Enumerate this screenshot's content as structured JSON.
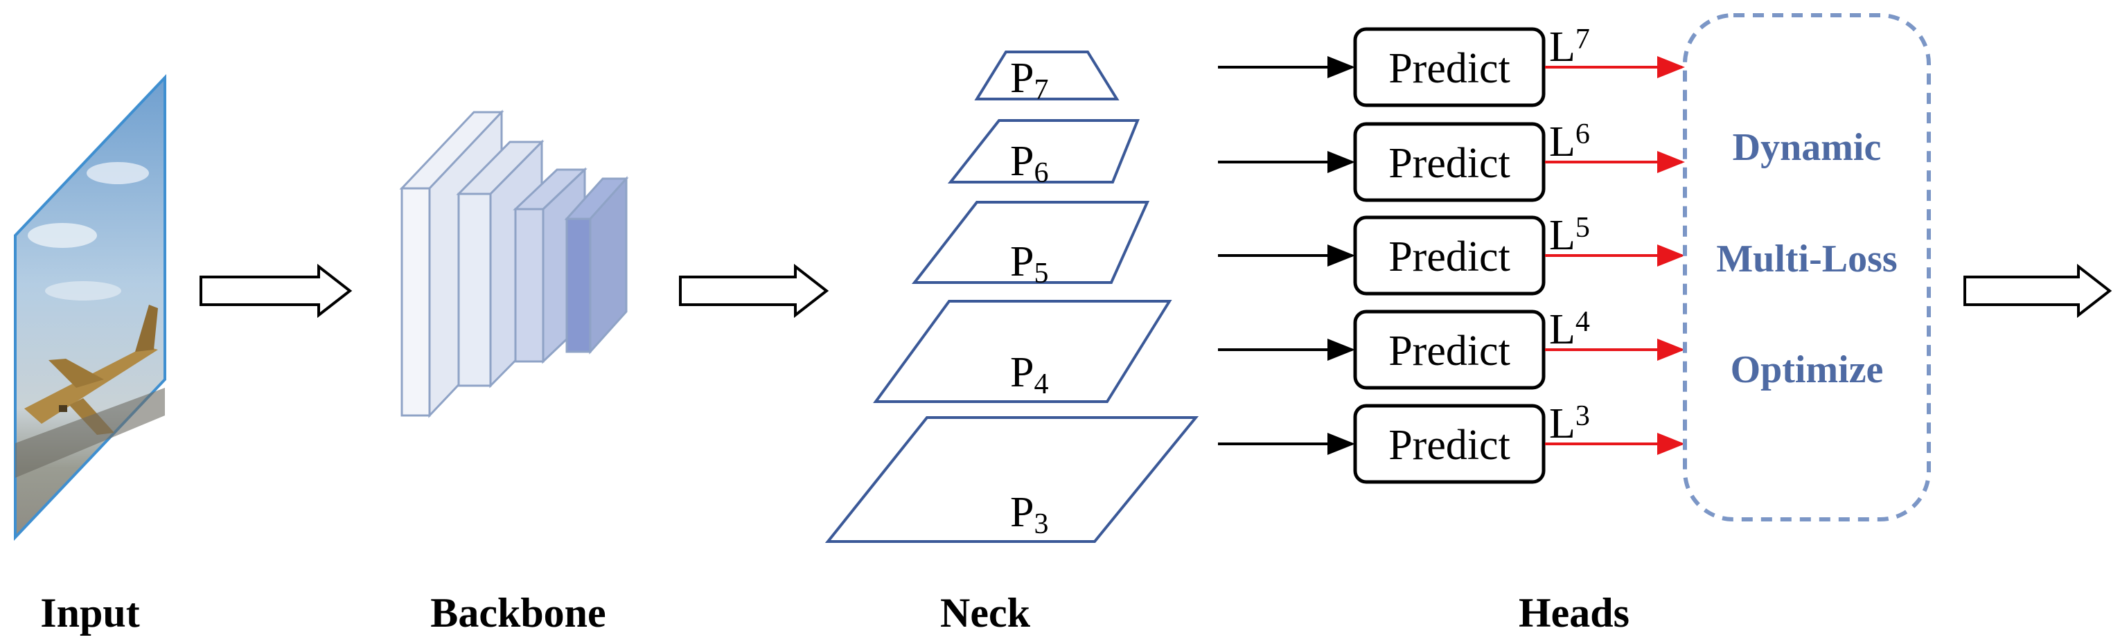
{
  "stages": {
    "input": "Input",
    "backbone": "Backbone",
    "neck": "Neck",
    "heads": "Heads"
  },
  "neck_levels": [
    {
      "base": "P",
      "sub": "7"
    },
    {
      "base": "P",
      "sub": "6"
    },
    {
      "base": "P",
      "sub": "5"
    },
    {
      "base": "P",
      "sub": "4"
    },
    {
      "base": "P",
      "sub": "3"
    }
  ],
  "heads": [
    {
      "predict": "Predict",
      "loss_base": "L",
      "loss_sub": "7"
    },
    {
      "predict": "Predict",
      "loss_base": "L",
      "loss_sub": "6"
    },
    {
      "predict": "Predict",
      "loss_base": "L",
      "loss_sub": "5"
    },
    {
      "predict": "Predict",
      "loss_base": "L",
      "loss_sub": "4"
    },
    {
      "predict": "Predict",
      "loss_base": "L",
      "loss_sub": "3"
    }
  ],
  "loss_box": {
    "line1": "Dynamic",
    "line2": "Multi-Loss",
    "line3": "Optimize"
  },
  "colors": {
    "loss_arrow": "#e8161b",
    "loss_box_border": "#7b96c6",
    "loss_text": "#4e6aa3",
    "feature_outline": "#3b5998"
  }
}
